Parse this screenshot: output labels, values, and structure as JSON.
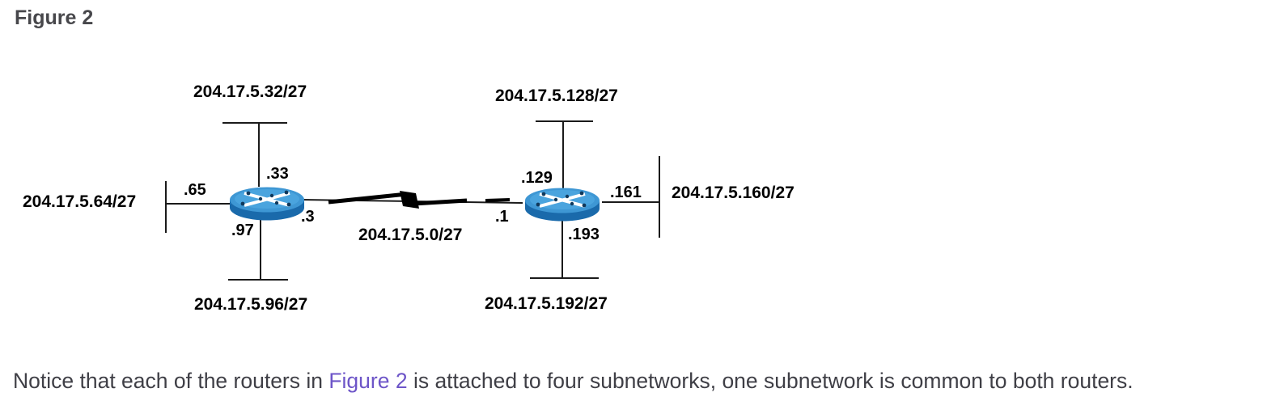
{
  "figure_label": "Figure 2",
  "caption": {
    "before_link": "Notice that each of the routers in ",
    "link_text": "Figure 2",
    "after_link": " is attached to four subnetworks, one subnetwork is common to both routers."
  },
  "diagram": {
    "subnets": {
      "top_left": "204.17.5.32/27",
      "left": "204.17.5.64/27",
      "bottom_left": "204.17.5.96/27",
      "serial": "204.17.5.0/27",
      "top_right": "204.17.5.128/27",
      "right": "204.17.5.160/27",
      "bottom_right": "204.17.5.192/27"
    },
    "interfaces": {
      "left_router": {
        "top": ".33",
        "left": ".65",
        "bottom": ".97",
        "serial": ".3"
      },
      "right_router": {
        "top": ".129",
        "right": ".161",
        "bottom": ".193",
        "serial": ".1"
      }
    },
    "routers": [
      {
        "name": "left-router"
      },
      {
        "name": "right-router"
      }
    ]
  },
  "colors": {
    "link": "#6d55c8",
    "body_text": "#3f3f46",
    "heading_text": "#47474b",
    "label_text": "#000000",
    "line": "#1a1a1a",
    "router_top": "#3e97d4",
    "router_side": "#1a6aab"
  }
}
